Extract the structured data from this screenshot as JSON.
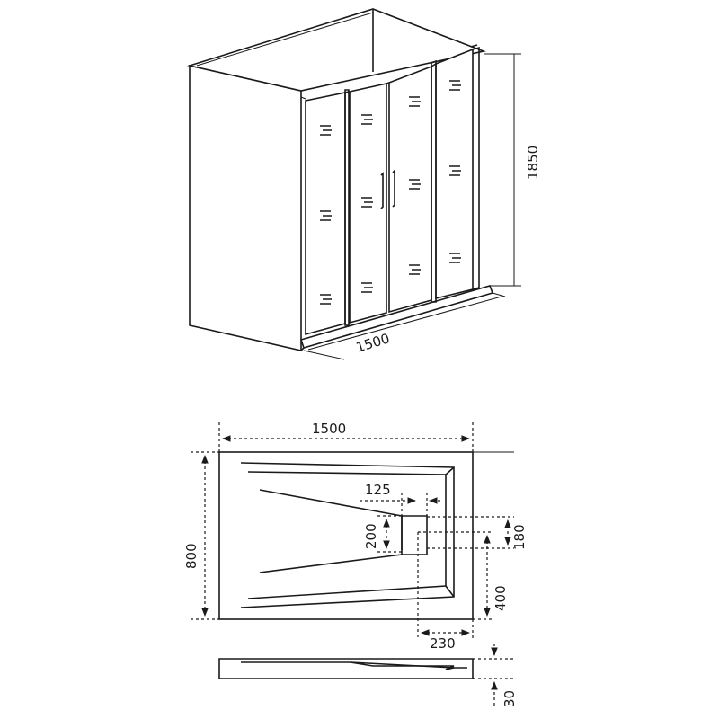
{
  "cabin_view": {
    "width_label": "1500",
    "height_label": "1850"
  },
  "tray_top_view": {
    "width_label": "1500",
    "depth_label": "800",
    "drain_width_label": "125",
    "drain_height_label": "200",
    "drain_offset_top_label": "180",
    "drain_offset_bottom_label": "400",
    "drain_offset_right_label": "230"
  },
  "tray_side_view": {
    "thickness_label": "30"
  },
  "colors": {
    "line": "#1a1a1a",
    "background": "#ffffff"
  }
}
